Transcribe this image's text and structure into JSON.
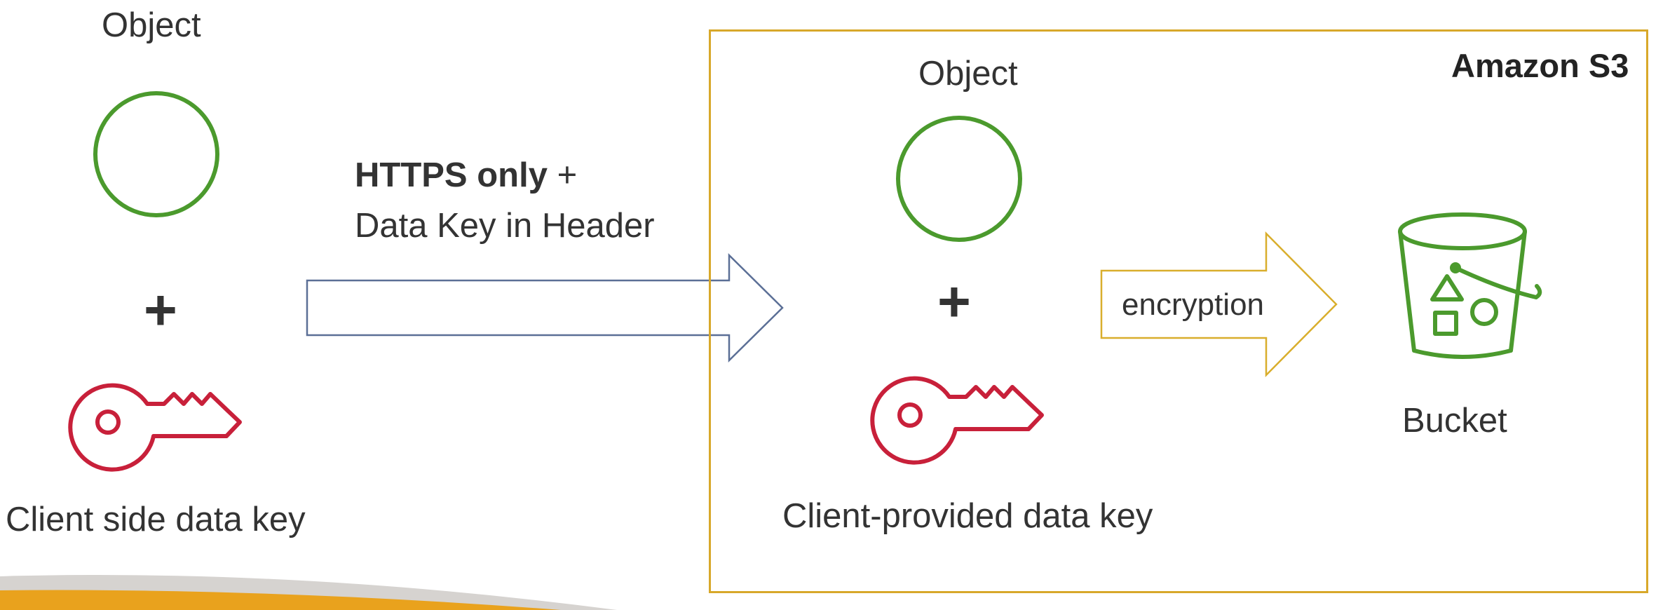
{
  "left": {
    "object_label": "Object",
    "plus": "+",
    "key_label": "Client side data key"
  },
  "transfer": {
    "line1_bold": "HTTPS only",
    "line1_rest": " +",
    "line2": "Data Key in Header"
  },
  "s3": {
    "title": "Amazon S3",
    "object_label": "Object",
    "plus": "+",
    "key_label": "Client-provided data key",
    "encryption_label": "encryption",
    "bucket_label": "Bucket"
  },
  "colors": {
    "object_green": "#4b9a2d",
    "key_red": "#c8203a",
    "s3_border": "#d8a82a",
    "transfer_arrow": "#5b6f96",
    "encryption_arrow": "#d9ae2c",
    "footer_orange": "#e9a21d",
    "footer_gray": "#d6d3d0"
  },
  "icons": [
    "object-circle-icon",
    "key-icon",
    "bucket-icon",
    "right-arrow-icon"
  ]
}
